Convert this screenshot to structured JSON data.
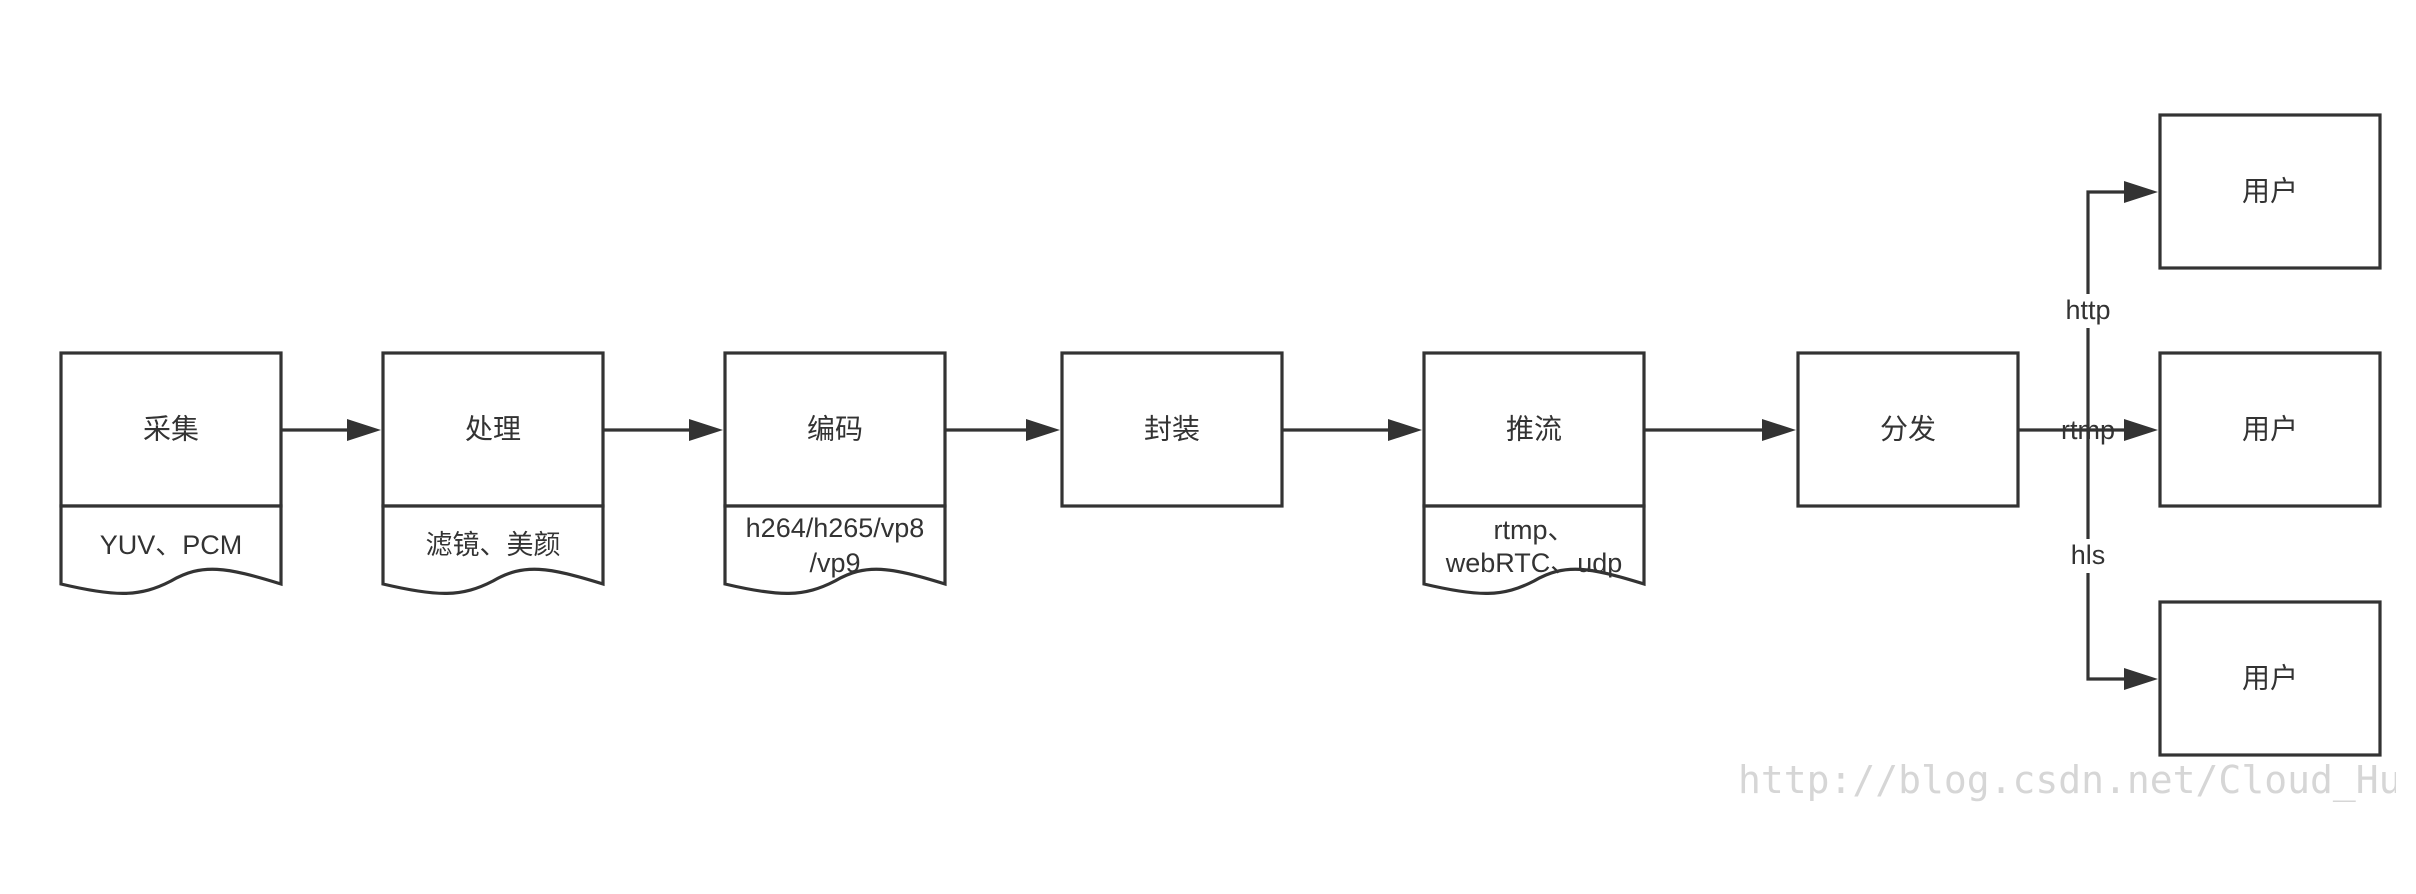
{
  "diagram": {
    "nodes": [
      {
        "id": "capture",
        "label": "采集",
        "note": [
          "YUV、PCM"
        ]
      },
      {
        "id": "process",
        "label": "处理",
        "note": [
          "滤镜、美颜"
        ]
      },
      {
        "id": "encode",
        "label": "编码",
        "note": [
          "h264/h265/vp8",
          "/vp9"
        ]
      },
      {
        "id": "package",
        "label": "封装"
      },
      {
        "id": "push",
        "label": "推流",
        "note": [
          "rtmp、",
          "webRTC、udp"
        ]
      },
      {
        "id": "distribute",
        "label": "分发"
      },
      {
        "id": "user1",
        "label": "用户"
      },
      {
        "id": "user2",
        "label": "用户"
      },
      {
        "id": "user3",
        "label": "用户"
      }
    ],
    "edges": [
      {
        "from": "capture",
        "to": "process"
      },
      {
        "from": "process",
        "to": "encode"
      },
      {
        "from": "encode",
        "to": "package"
      },
      {
        "from": "package",
        "to": "push"
      },
      {
        "from": "push",
        "to": "distribute"
      },
      {
        "from": "distribute",
        "to": "user1",
        "label": "http"
      },
      {
        "from": "distribute",
        "to": "user2",
        "label": "rtmp"
      },
      {
        "from": "distribute",
        "to": "user3",
        "label": "hls"
      }
    ]
  },
  "watermark": "http://blog.csdn.net/Cloud_Hua",
  "colors": {
    "stroke": "#333333",
    "background": "#ffffff",
    "watermark": "#d6d6d6"
  }
}
